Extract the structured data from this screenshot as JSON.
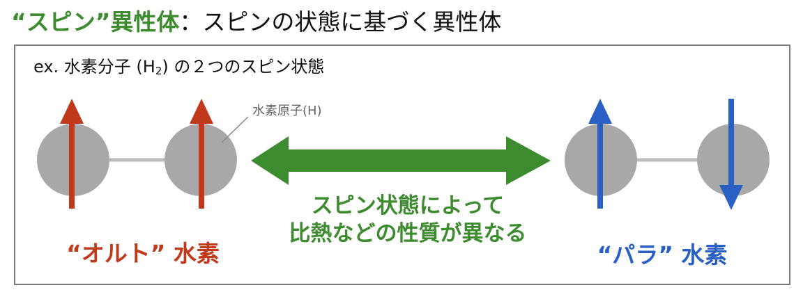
{
  "header": {
    "title_accent": "“スピン”異性体",
    "title_rest": "：スピンの状態に基づく異性体"
  },
  "panel": {
    "example_prefix": "ex. 水素分子 (H",
    "example_sub": "2",
    "example_suffix": ") の２つのスピン状態",
    "atom_label": "水素原子(H)",
    "ortho_label": "“オルト” 水素",
    "para_label": "“パラ” 水素",
    "center_line1": "スピン状態によって",
    "center_line2": "比熱などの性質が異なる"
  },
  "colors": {
    "accent_green": "#3d8b2f",
    "ortho_red": "#c0391b",
    "para_blue": "#2a5fc4",
    "atom_gray": "#a8a8a8",
    "bond_gray": "#bdbdbd"
  }
}
